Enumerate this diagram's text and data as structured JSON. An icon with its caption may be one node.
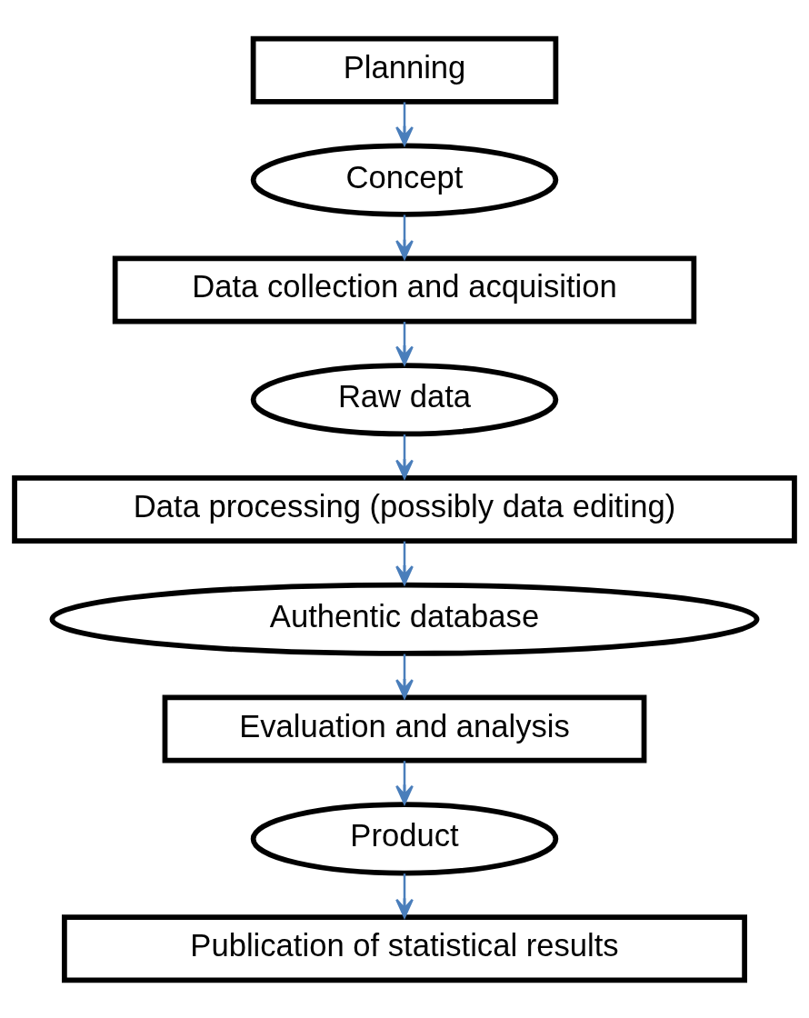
{
  "diagram": {
    "nodes": [
      {
        "text": [
          "Planning"
        ]
      },
      {
        "text": [
          "Concept"
        ]
      },
      {
        "text": [
          "Data collection and acquisition"
        ]
      },
      {
        "text": [
          "Raw data"
        ]
      },
      {
        "text": [
          "Data processing (possibly data editing)"
        ]
      },
      {
        "text": [
          "Authentic database"
        ]
      },
      {
        "text": [
          "Evaluation and analysis"
        ]
      },
      {
        "text": [
          "Product"
        ]
      },
      {
        "text": [
          "Publication of statistical results"
        ]
      }
    ],
    "edges": [
      {
        "from": 0,
        "to": 1,
        "arrow": "to"
      },
      {
        "from": 1,
        "to": 2,
        "arrow": "to"
      },
      {
        "from": 2,
        "to": 3,
        "arrow": "to"
      },
      {
        "from": 3,
        "to": 4,
        "arrow": "to"
      },
      {
        "from": 4,
        "to": 5,
        "arrow": "to"
      },
      {
        "from": 5,
        "to": 6,
        "arrow": "to"
      },
      {
        "from": 6,
        "to": 7,
        "arrow": "to"
      },
      {
        "from": 7,
        "to": 8,
        "arrow": "to"
      }
    ]
  }
}
